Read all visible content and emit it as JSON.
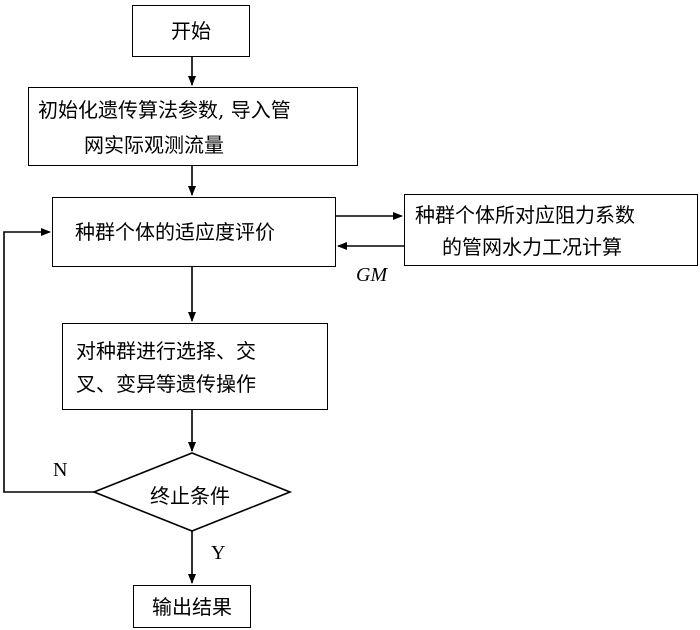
{
  "nodes": {
    "start": "开始",
    "init_line1": "初始化遗传算法参数, 导入管",
    "init_line2": "网实际观测流量",
    "fitness": "种群个体的适应度评价",
    "hydraulic_line1": "种群个体所对应阻力系数",
    "hydraulic_line2": "的管网水力工况计算",
    "operations_line1": "对种群进行选择、交",
    "operations_line2": "叉、变异等遗传操作",
    "terminate": "终止条件",
    "output": "输出结果"
  },
  "labels": {
    "gm": "GM",
    "no": "N",
    "yes": "Y"
  }
}
